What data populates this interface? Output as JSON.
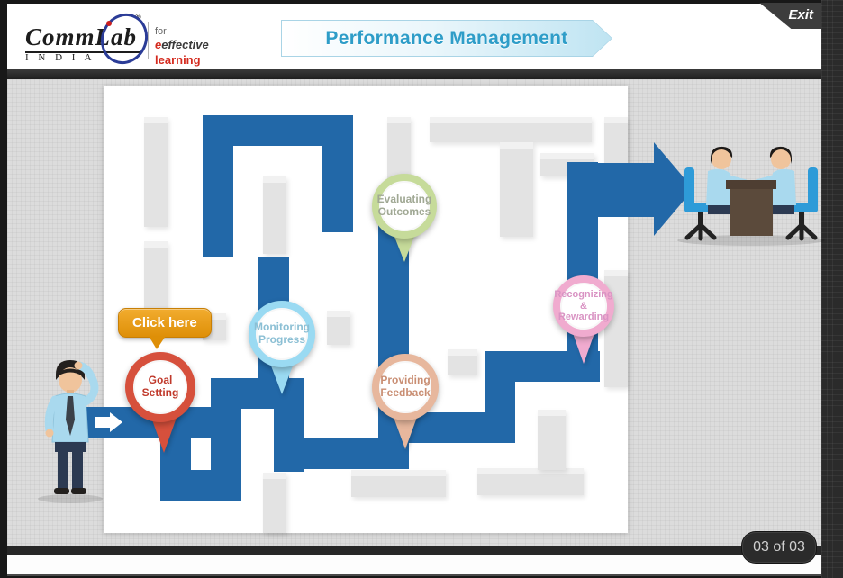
{
  "header": {
    "logo": {
      "name": "CommLab",
      "sub": "I N D I A",
      "reg": "®",
      "tagline_for": "for",
      "tagline_word1": "effective",
      "tagline_word2": "learning"
    },
    "title": "Performance Management",
    "exit_label": "Exit"
  },
  "maze": {
    "click_here_label": "Click here",
    "pins": {
      "goal": {
        "line1": "Goal",
        "line2": "Setting"
      },
      "monitoring": {
        "line1": "Monitoring",
        "line2": "Progress"
      },
      "evaluating": {
        "line1": "Evaluating",
        "line2": "Outcomes"
      },
      "providing": {
        "line1": "Providing",
        "line2": "Feedback"
      },
      "recognizing": {
        "line1": "Recognizing",
        "line2": "&",
        "line3": "Rewarding"
      }
    }
  },
  "footer": {
    "page_indicator": "03 of 03"
  },
  "colors": {
    "path_blue": "#2268A8",
    "pin_goal": "#D6503C",
    "pin_goal_text": "#C0392B",
    "pin_monitoring": "#9ADAF2",
    "pin_monitoring_text": "#8BBFD4",
    "pin_evaluating": "#C6DB9A",
    "pin_evaluating_text": "#A0A894",
    "pin_providing": "#E7B79D",
    "pin_providing_text": "#C98E73",
    "pin_recognizing": "#F0ABCF",
    "pin_recognizing_text": "#D993C3",
    "click_here_bg": "#E9970E",
    "title_color": "#2E9DC8",
    "logo_accent_red": "#D42A1E"
  }
}
